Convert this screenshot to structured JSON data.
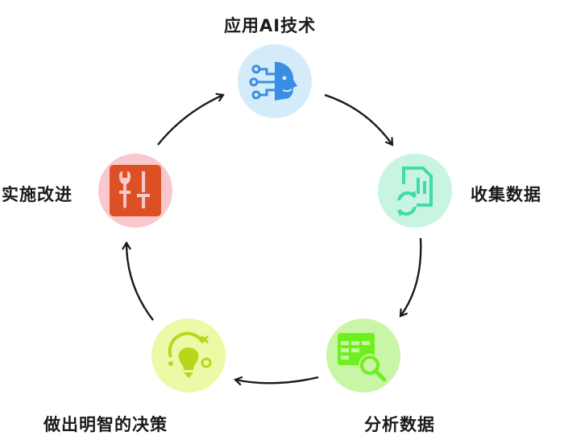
{
  "steps": [
    {
      "label": "应用AI技术",
      "icon": "ai-head-icon",
      "bg": "#d4ecfa",
      "fg": "#3b8de4"
    },
    {
      "label": "收集数据",
      "icon": "data-sync-icon",
      "bg": "#c8f5e2",
      "fg": "#3fdcaa"
    },
    {
      "label": "分析数据",
      "icon": "table-search-icon",
      "bg": "#c9f5a6",
      "fg": "#6ef01e"
    },
    {
      "label": "做出明智的决策",
      "icon": "lightbulb-decision-icon",
      "bg": "#eef9a8",
      "fg": "#b9d61e"
    },
    {
      "label": "实施改进",
      "icon": "tools-icon",
      "bg": "#f8c8cc",
      "fg": "#dc5024"
    }
  ]
}
